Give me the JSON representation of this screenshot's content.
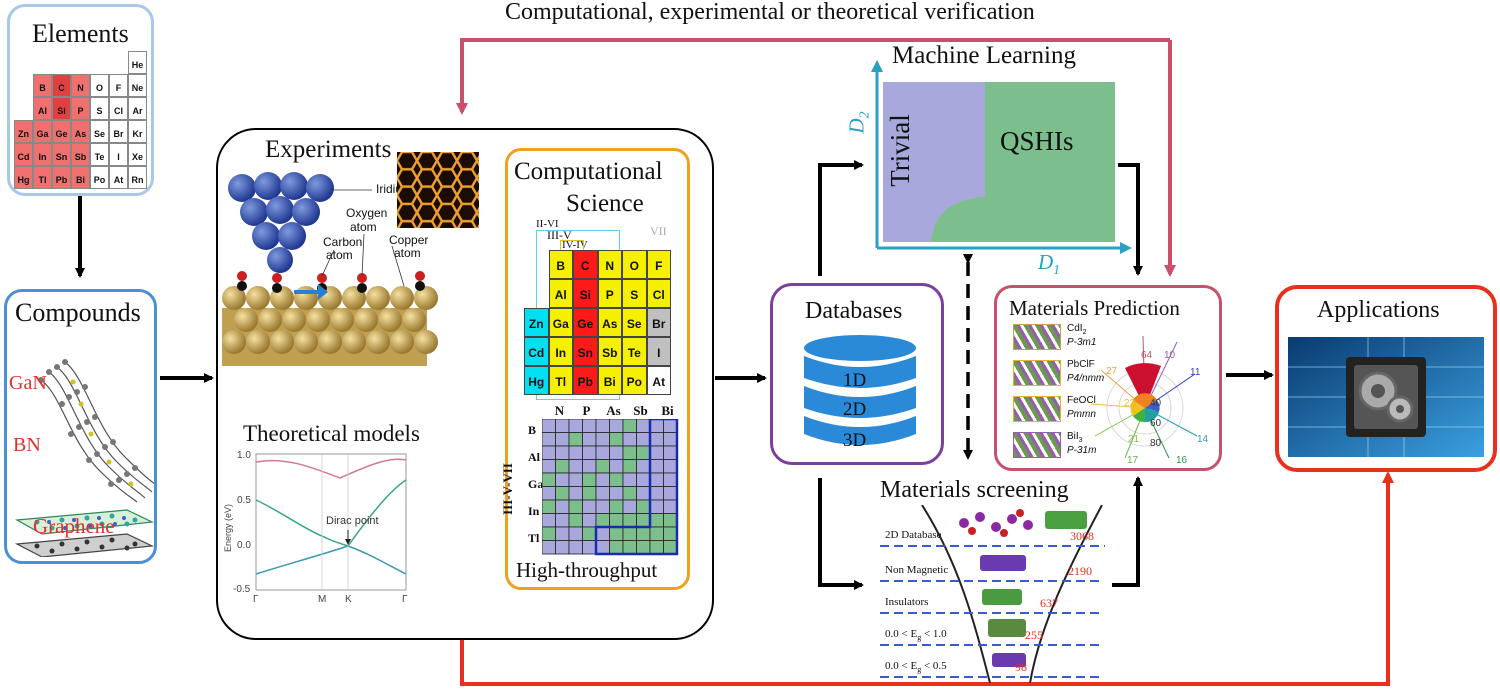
{
  "top_label": "Computational, experimental or theoretical verification",
  "elements": {
    "title": "Elements",
    "table": [
      [
        "",
        "",
        "",
        "",
        "",
        "He"
      ],
      [
        "B",
        "C",
        "N",
        "O",
        "F",
        "Ne"
      ],
      [
        "Al",
        "Si",
        "P",
        "S",
        "Cl",
        "Ar"
      ],
      [
        "Zn",
        "Ga",
        "Ge",
        "As",
        "Se",
        "Br",
        "Kr"
      ],
      [
        "Cd",
        "In",
        "Sn",
        "Sb",
        "Te",
        "I",
        "Xe"
      ],
      [
        "Hg",
        "Tl",
        "Pb",
        "Bi",
        "Po",
        "At",
        "Rn"
      ]
    ]
  },
  "compounds": {
    "title": "Compounds",
    "labels": [
      "GaN",
      "BN",
      "Graphene"
    ]
  },
  "experiments": {
    "title": "Experiments",
    "afm_labels": [
      "Iridium",
      "Oxygen",
      "atom",
      "Carbon",
      "atom",
      "Copper",
      "atom"
    ],
    "theory_title": "Theoretical models",
    "band": {
      "ylabel": "Energy (eV)",
      "yticks": [
        "1.0",
        "0.5",
        "0.0",
        "-0.5"
      ],
      "xticks": [
        "Γ",
        "M",
        "K",
        "Γ"
      ],
      "annotation": "Dirac point"
    }
  },
  "computational": {
    "title_line1": "Computational",
    "title_line2": "Science",
    "group_labels": [
      "II-VI",
      "III-V",
      "IV-IV",
      "VII"
    ],
    "table": [
      [
        "B",
        "C",
        "N",
        "O",
        "F"
      ],
      [
        "Al",
        "Si",
        "P",
        "S",
        "Cl"
      ],
      [
        "Zn",
        "Ga",
        "Ge",
        "As",
        "Se",
        "Br"
      ],
      [
        "Cd",
        "In",
        "Sn",
        "Sb",
        "Te",
        "I"
      ],
      [
        "Hg",
        "Tl",
        "Pb",
        "Bi",
        "Po",
        "At"
      ]
    ],
    "grid_cols": [
      "N",
      "P",
      "As",
      "Sb",
      "Bi"
    ],
    "grid_rows": [
      "B",
      "Al",
      "Ga",
      "In",
      "Tl"
    ],
    "grid_axis_label": "III-V-VII",
    "footer": "High-throughput"
  },
  "machine_learning": {
    "title": "Machine Learning",
    "x_axis": "D",
    "x_sub": "1",
    "y_axis": "D",
    "y_sub": "2",
    "region_left": "Trivial",
    "region_right": "QSHIs"
  },
  "databases": {
    "title": "Databases",
    "layers": [
      "1D",
      "2D",
      "3D"
    ]
  },
  "prediction": {
    "title": "Materials Prediction",
    "materials": [
      {
        "name": "CdI",
        "sub": "2",
        "group": "P-3m1"
      },
      {
        "name": "PbClF",
        "sub": "",
        "group": "P4/nmm"
      },
      {
        "name": "FeOCl",
        "sub": "",
        "group": "Pmmn"
      },
      {
        "name": "BiI",
        "sub": "3",
        "group": "P-31m"
      }
    ],
    "radar_numbers": [
      "64",
      "10",
      "27",
      "11",
      "22",
      "14",
      "21",
      "17",
      "16",
      "40",
      "60",
      "80"
    ]
  },
  "screening": {
    "title": "Materials screening",
    "levels": [
      {
        "label": "2D Database",
        "count": "3068"
      },
      {
        "label": "Non Magnetic",
        "count": "2190"
      },
      {
        "label": "Insulators",
        "count": "637"
      },
      {
        "label": "0.0 < E",
        "sub": "g",
        "label_end": " < 1.0",
        "count": "255"
      },
      {
        "label": "0.0 < E",
        "sub": "g",
        "label_end": " < 0.5",
        "count": "98"
      }
    ]
  },
  "applications": {
    "title": "Applications"
  },
  "colors": {
    "elements_border": "#a8c8e8",
    "compounds_border": "#4a90d9",
    "computational_border": "#f0a020",
    "databases_border": "#7b3fa0",
    "prediction_border": "#c8506a",
    "applications_border": "#e8301c",
    "feedback_arrow": "#c8506a",
    "application_arrow": "#e8301c",
    "double_arrow": "#7b68ee",
    "trivial_region": "#a8a8dc",
    "qshi_region": "#7cbf8c"
  }
}
